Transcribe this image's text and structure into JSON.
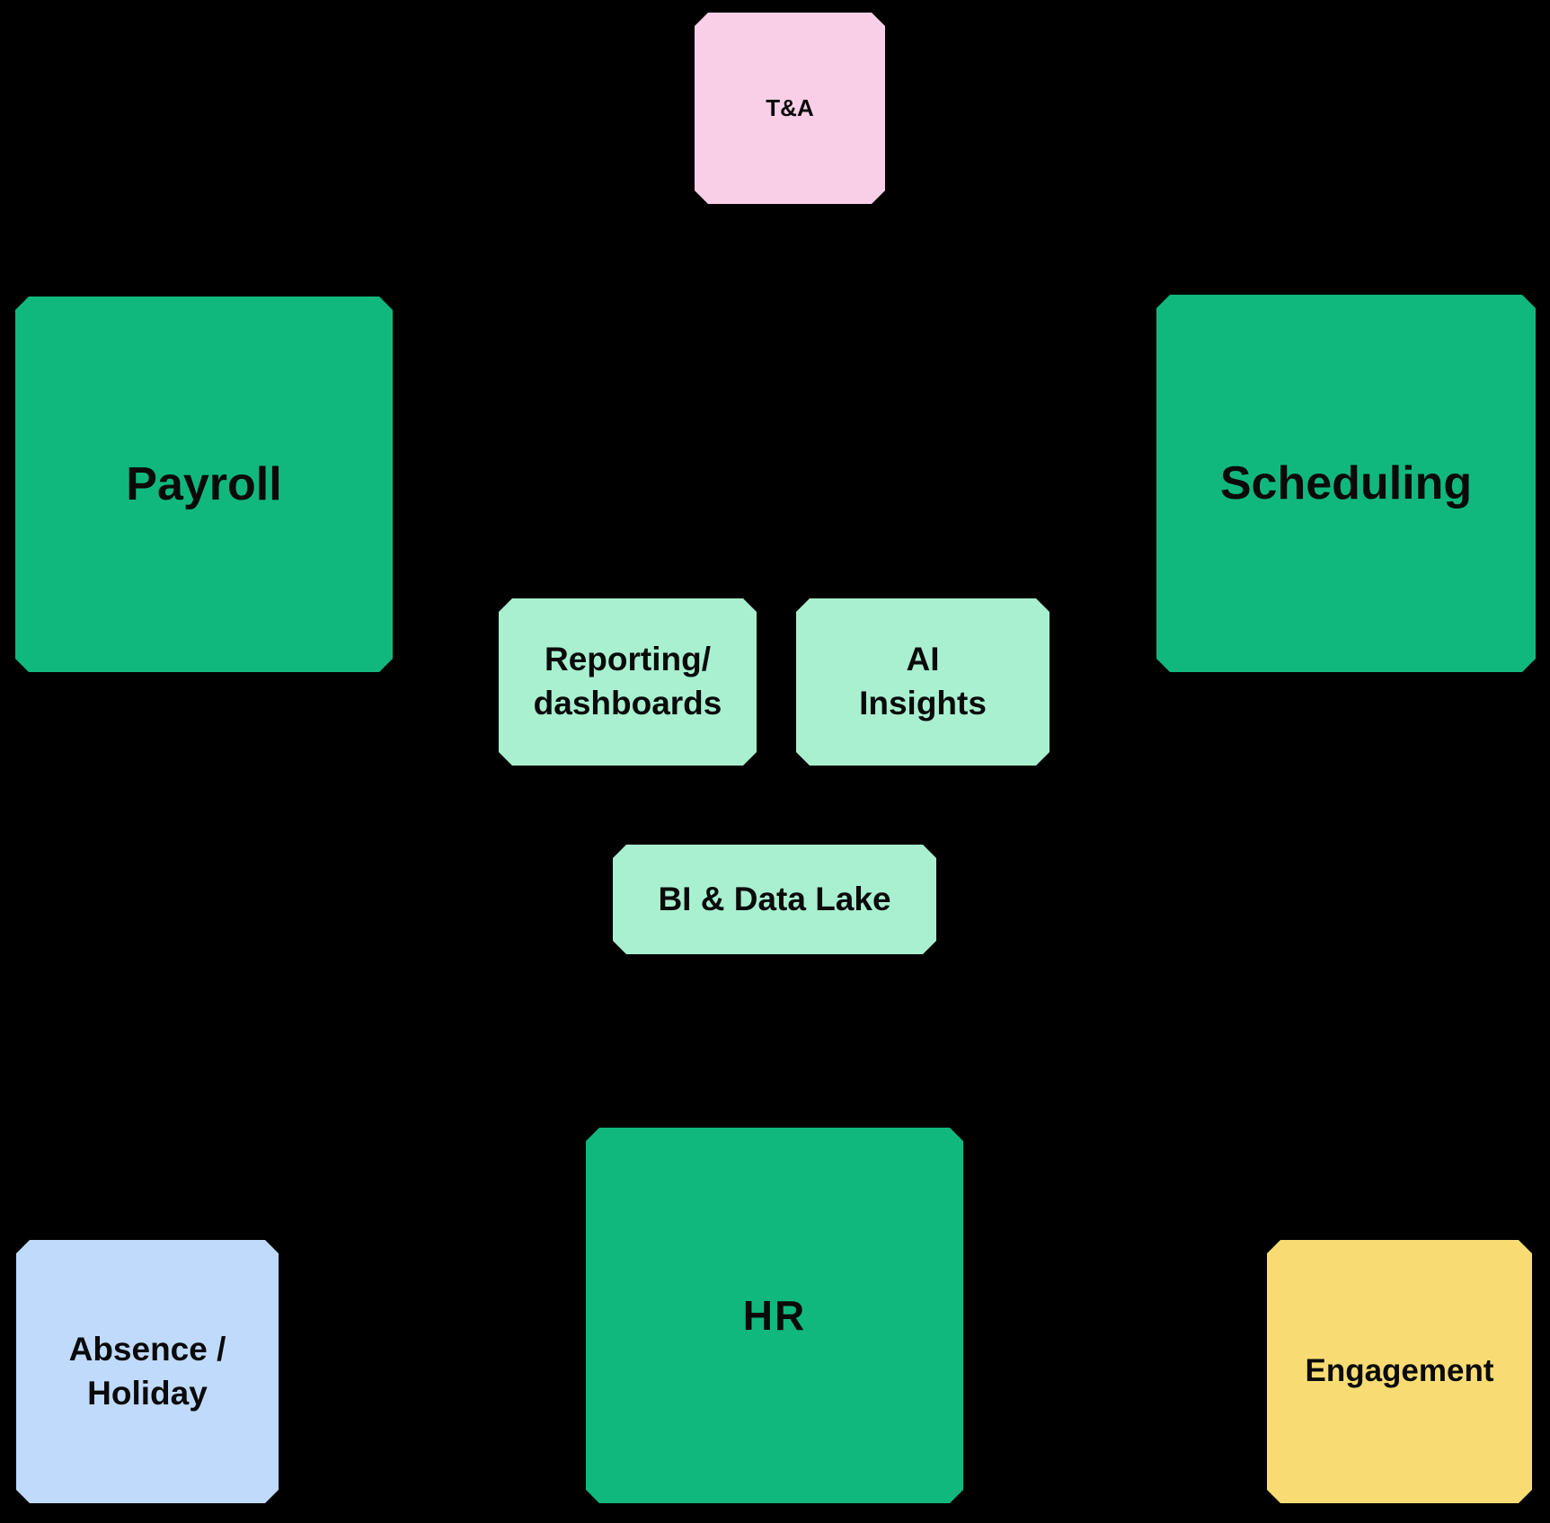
{
  "diagram": {
    "title": "HR platform modules diagram",
    "background": "#000000",
    "text_color": "#0a0a0a",
    "colors": {
      "green": "#11b87e",
      "mint": "#a8f0d0",
      "pink": "#f9cfe7",
      "blue": "#c0dafb",
      "yellow": "#f8dc73"
    },
    "nodes": {
      "ta": {
        "label": "T&A",
        "color_name": "pink"
      },
      "payroll": {
        "label": "Payroll",
        "color_name": "green"
      },
      "scheduling": {
        "label": "Scheduling",
        "color_name": "green"
      },
      "reporting": {
        "label": "Reporting/\ndashboards",
        "color_name": "mint"
      },
      "ai_insights": {
        "label": "AI\nInsights",
        "color_name": "mint"
      },
      "bi_data_lake": {
        "label": "BI & Data Lake",
        "color_name": "mint"
      },
      "hr": {
        "label": "HR",
        "color_name": "green"
      },
      "absence_holiday": {
        "label": "Absence /\nHoliday",
        "color_name": "blue"
      },
      "engagement": {
        "label": "Engagement",
        "color_name": "yellow"
      }
    }
  }
}
